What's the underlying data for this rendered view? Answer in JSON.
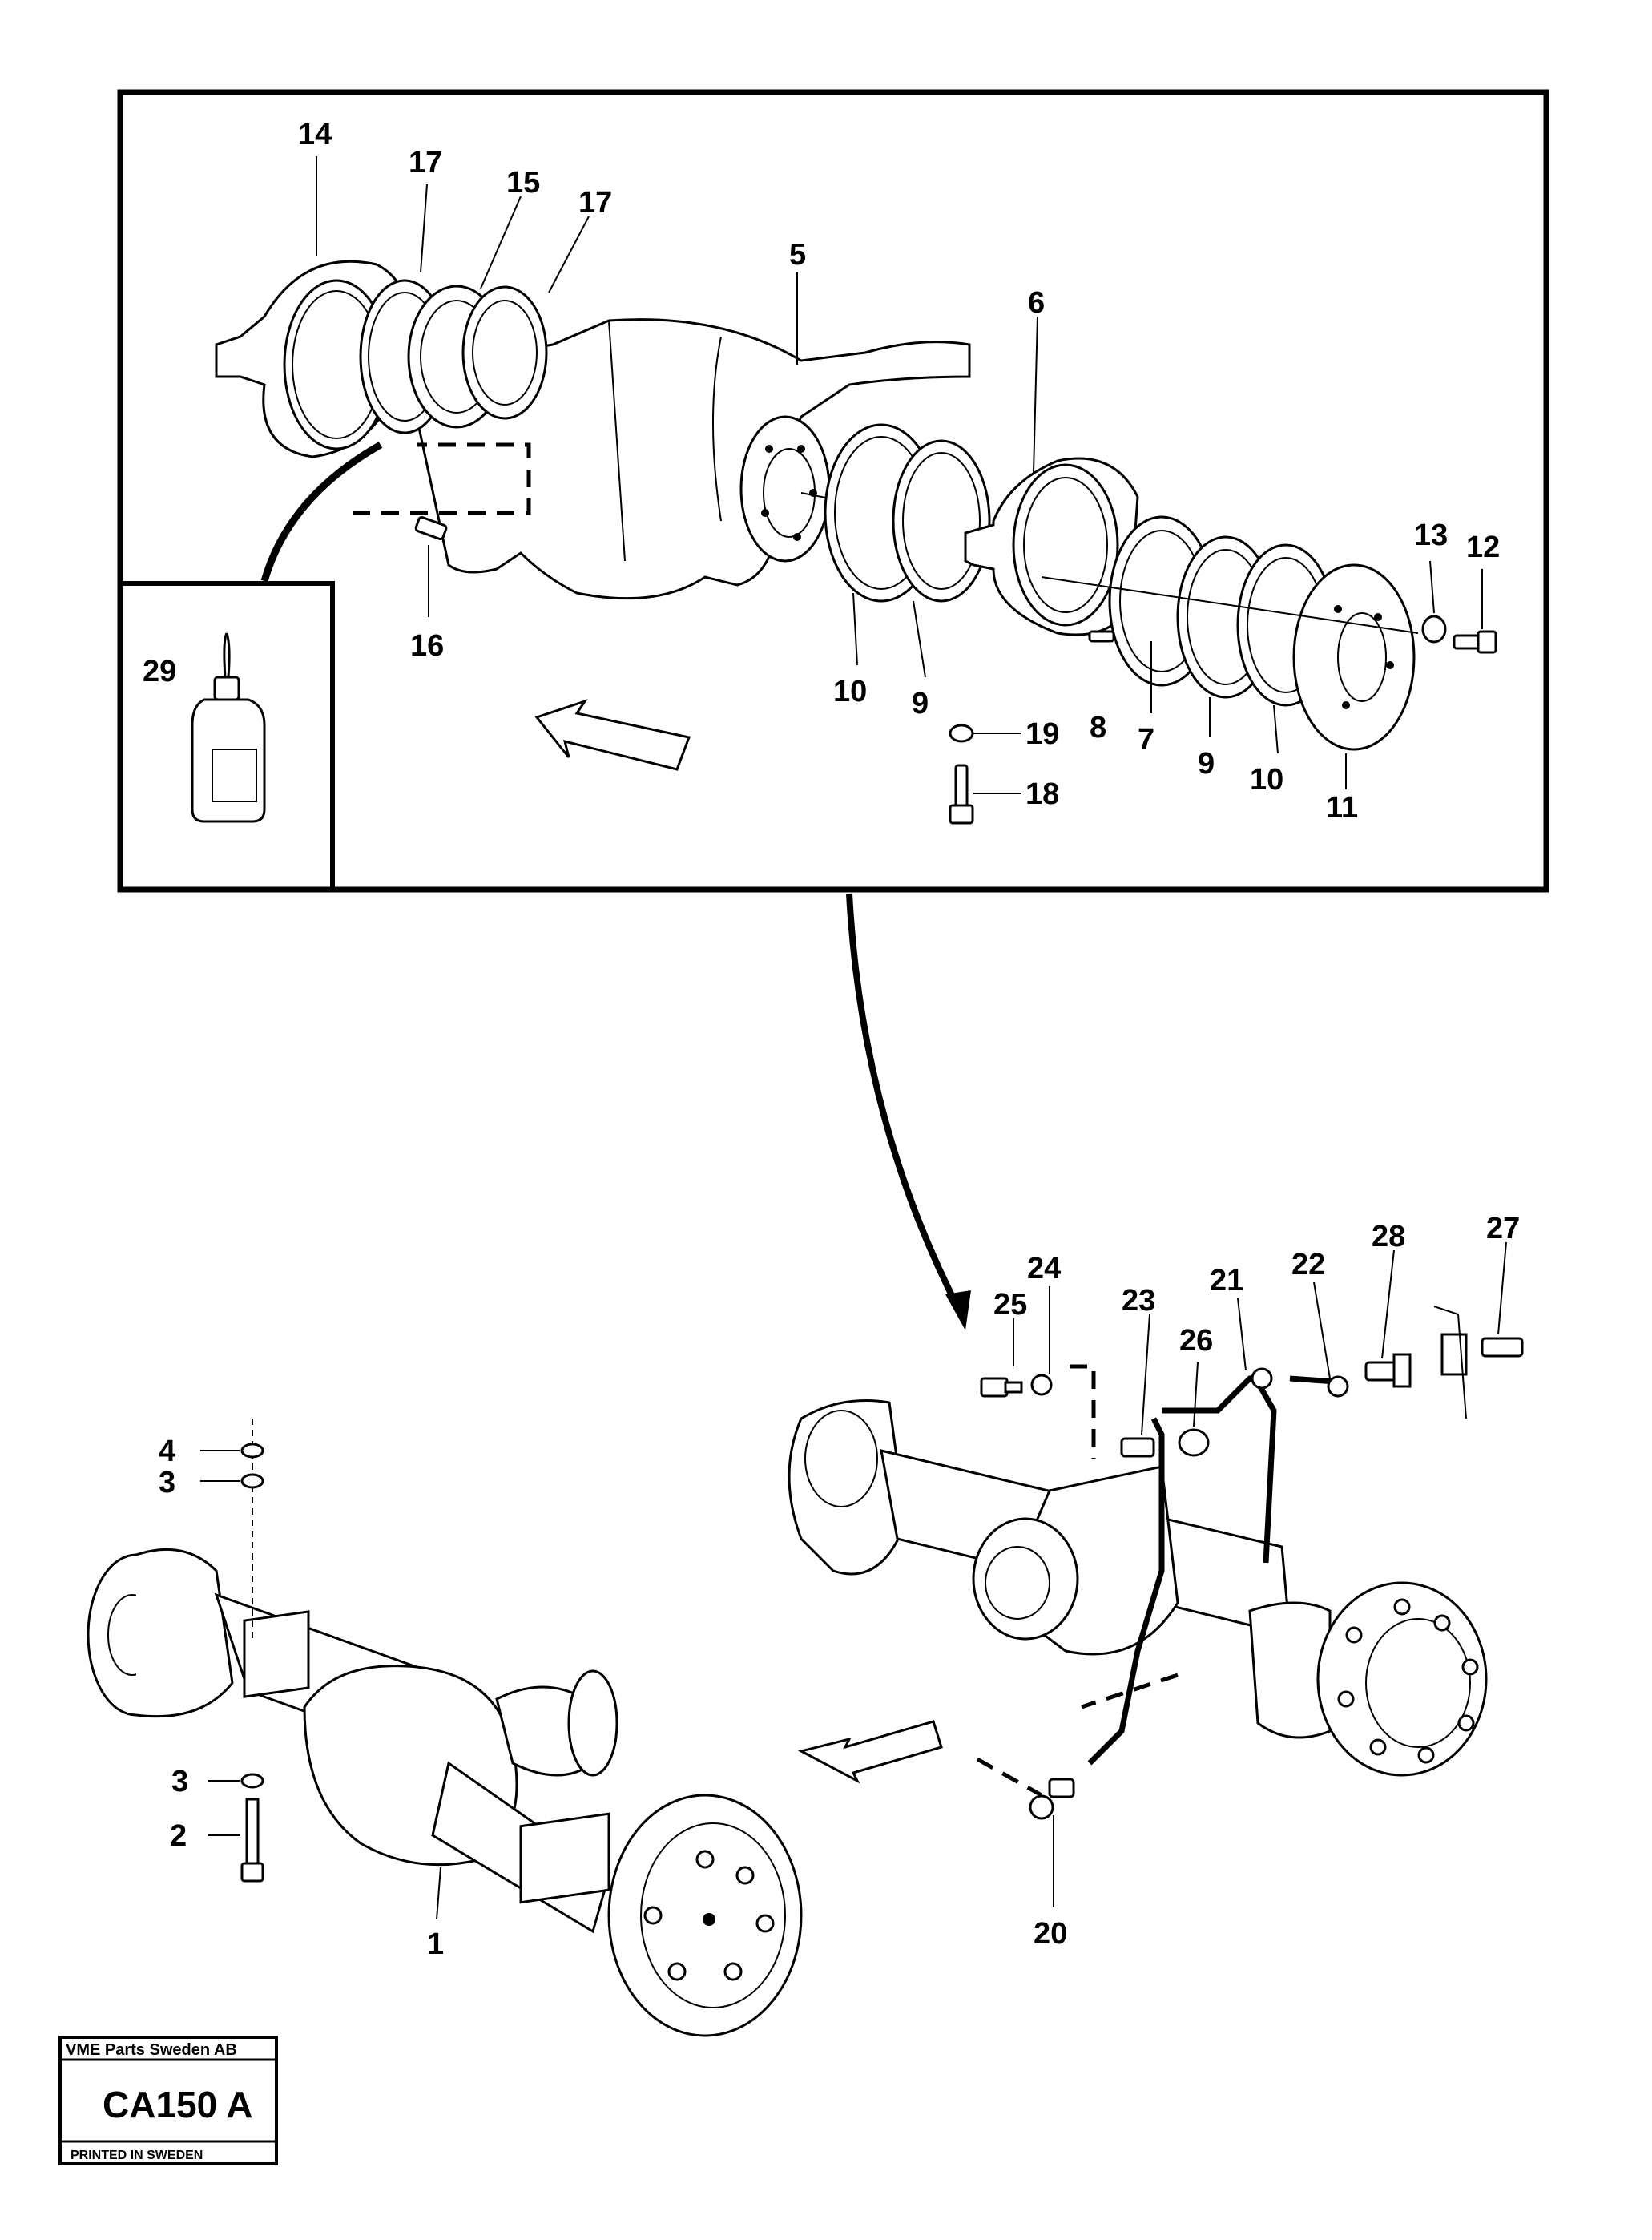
{
  "stamp": {
    "company": "VME Parts Sweden AB",
    "code": "CA150 A",
    "printed": "PRINTED IN SWEDEN"
  },
  "callouts": {
    "c1": "1",
    "c2": "2",
    "c3a": "3",
    "c3b": "3",
    "c4": "4",
    "c5": "5",
    "c6": "6",
    "c7": "7",
    "c8": "8",
    "c9a": "9",
    "c9b": "9",
    "c10a": "10",
    "c10b": "10",
    "c11": "11",
    "c12": "12",
    "c13": "13",
    "c14": "14",
    "c15": "15",
    "c16": "16",
    "c17a": "17",
    "c17b": "17",
    "c18": "18",
    "c19": "19",
    "c20": "20",
    "c21": "21",
    "c22": "22",
    "c23": "23",
    "c24": "24",
    "c25": "25",
    "c26": "26",
    "c27": "27",
    "c28": "28",
    "c29": "29"
  }
}
